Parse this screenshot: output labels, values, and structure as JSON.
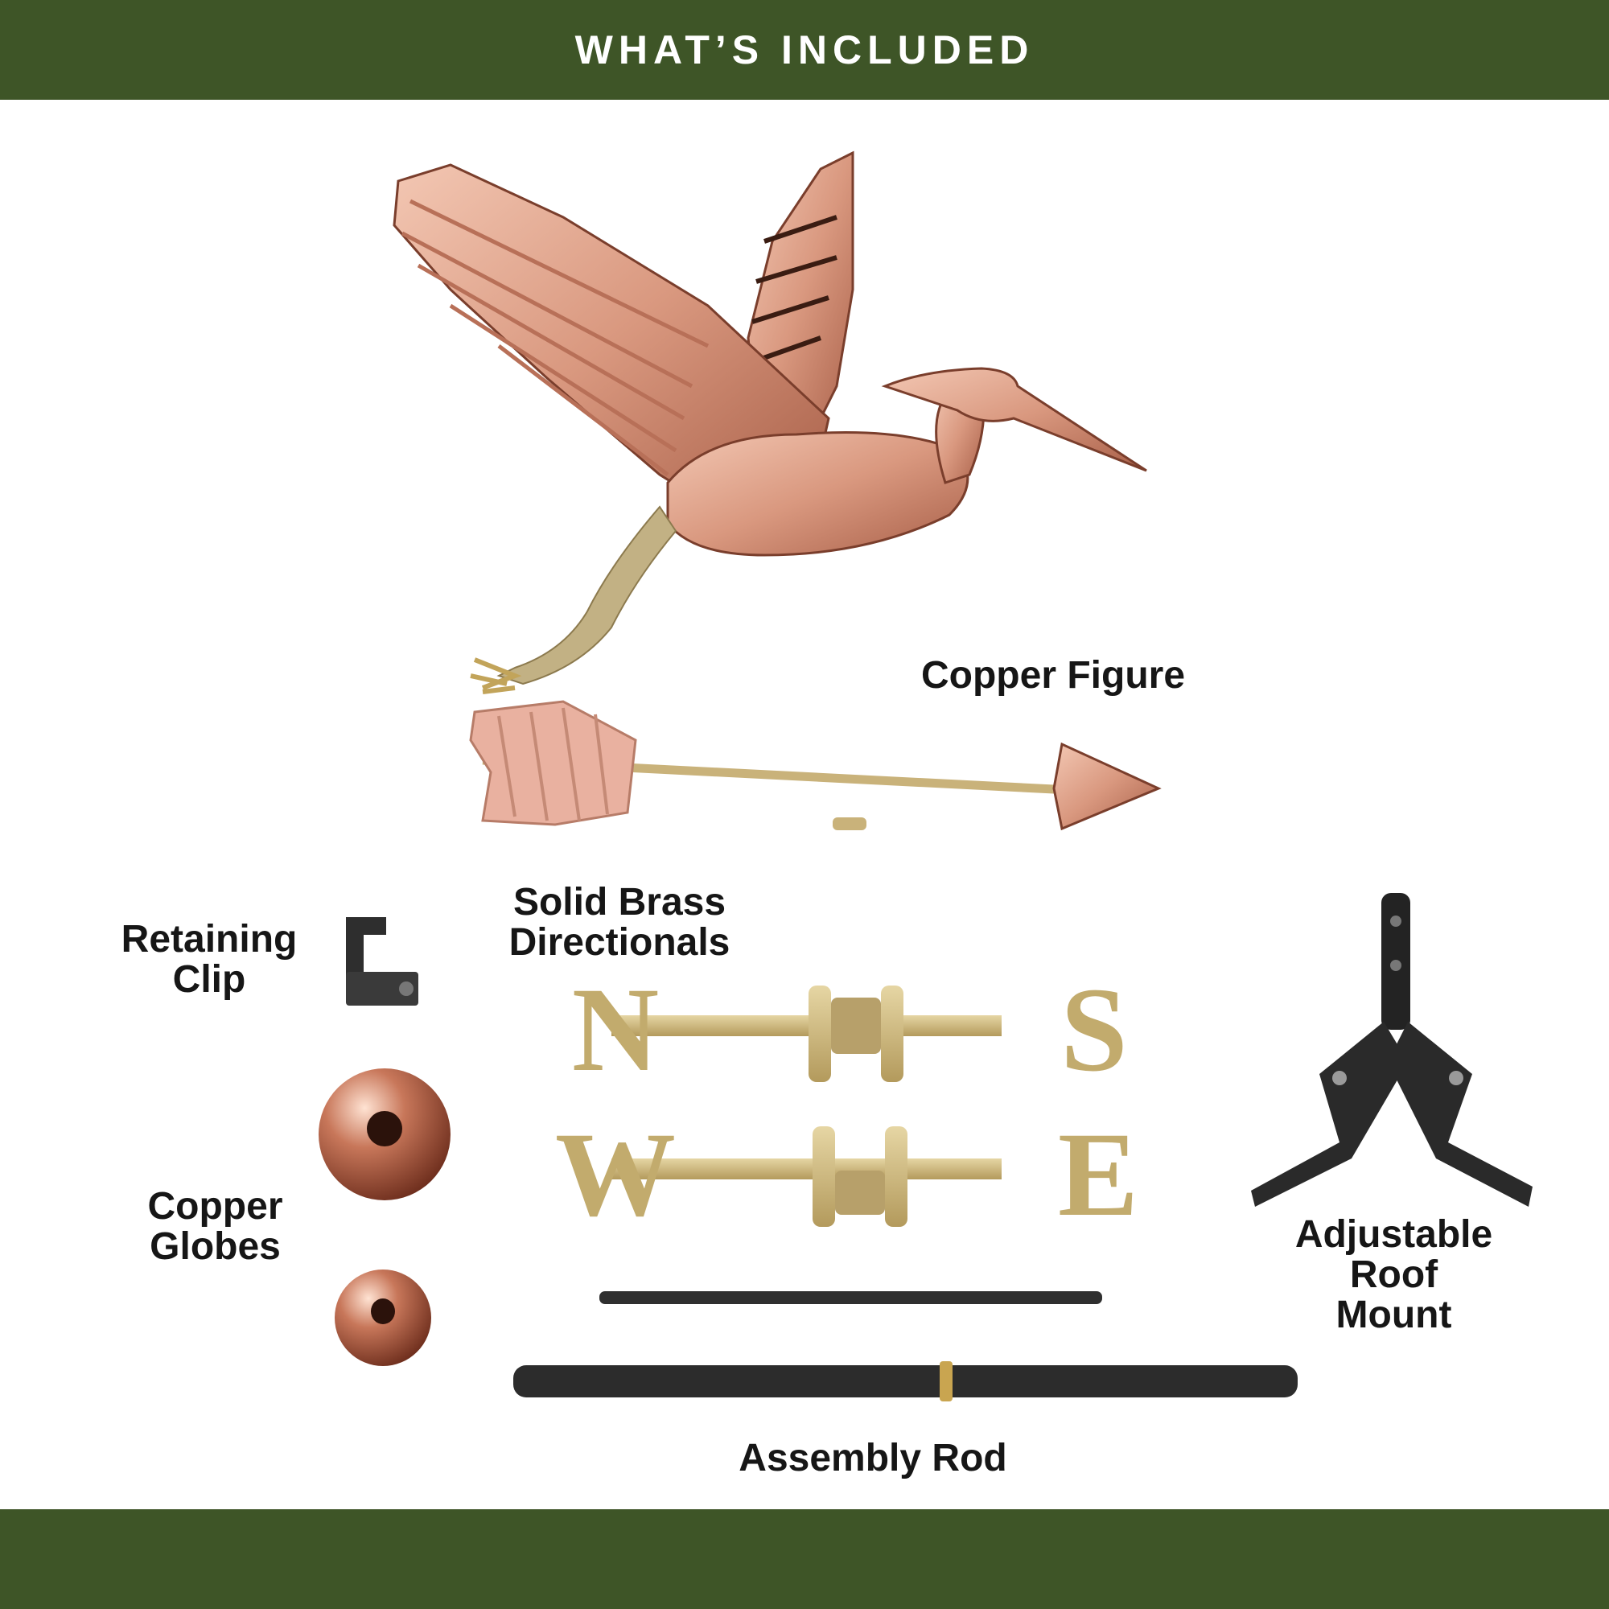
{
  "header": {
    "title": "WHAT’S INCLUDED"
  },
  "labels": {
    "copper_figure": "Copper Figure",
    "solid_brass_directionals": "Solid Brass\nDirectionals",
    "retaining_clip": "Retaining\nClip",
    "copper_globes": "Copper\nGlobes",
    "adjustable_roof_mount": "Adjustable\nRoof\nMount",
    "assembly_rod": "Assembly Rod"
  },
  "directionals": {
    "top": [
      "N",
      "S"
    ],
    "bottom": [
      "W",
      "E"
    ]
  },
  "colors": {
    "band": "#3e5527",
    "copper": "#d9987f",
    "copper_dark": "#a05a44",
    "brass": "#c9b27a",
    "black_metal": "#2b2b2b"
  }
}
